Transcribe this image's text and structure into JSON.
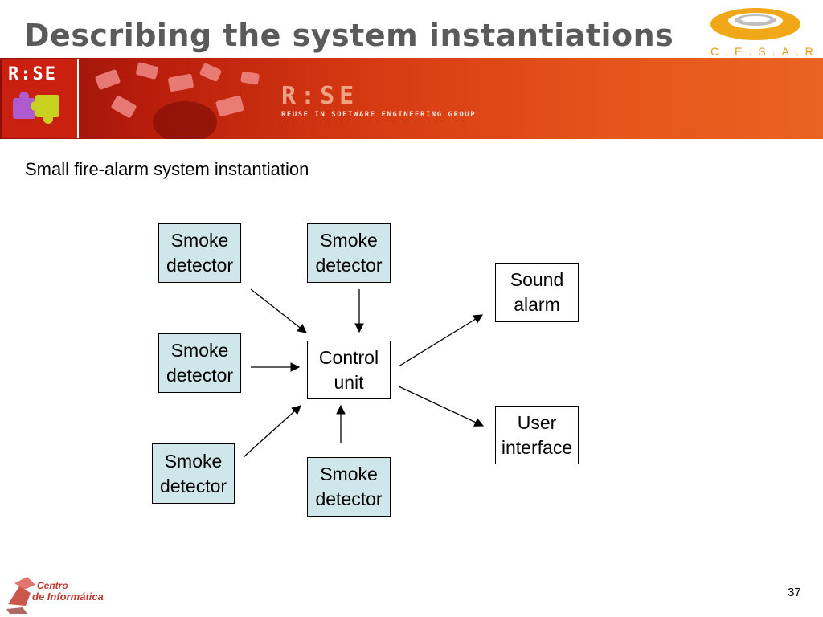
{
  "slide": {
    "title": "Describing the system instantiations",
    "subtitle": "Small fire-alarm system instantiation",
    "page_number": "37"
  },
  "branding": {
    "cesar_logo_text": "C.E.S.A.R",
    "rise_logo_text": "R:SE",
    "rise_banner_text": "R:SE",
    "rise_banner_subtitle": "REUSE IN SOFTWARE ENGINEERING GROUP",
    "footer_logo_line1": "Centro",
    "footer_logo_line2": "de Informática"
  },
  "diagram": {
    "smoke_detectors": [
      {
        "line1": "Smoke",
        "line2": "detector"
      },
      {
        "line1": "Smoke",
        "line2": "detector"
      },
      {
        "line1": "Smoke",
        "line2": "detector"
      },
      {
        "line1": "Smoke",
        "line2": "detector"
      },
      {
        "line1": "Smoke",
        "line2": "detector"
      }
    ],
    "control_unit": {
      "line1": "Control",
      "line2": "unit"
    },
    "sound_alarm": {
      "line1": "Sound",
      "line2": "alarm"
    },
    "user_interface": {
      "line1": "User",
      "line2": "interface"
    }
  },
  "colors": {
    "detector_fill": "#cfe6ea",
    "title_gray": "#5a5a5a",
    "banner_red": "#c9200f",
    "cesar_orange": "#e89a10"
  }
}
